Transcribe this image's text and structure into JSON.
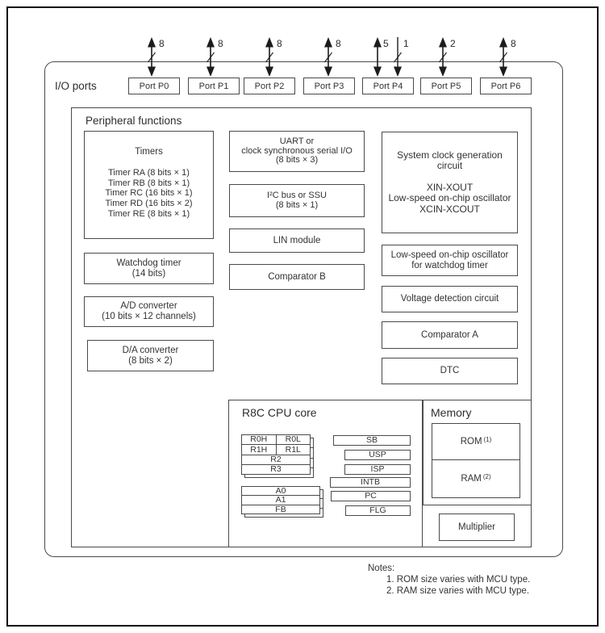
{
  "ports": {
    "section_label": "I/O ports",
    "items": [
      {
        "label": "Port P0",
        "bus": "8"
      },
      {
        "label": "Port P1",
        "bus": "8"
      },
      {
        "label": "Port P2",
        "bus": "8"
      },
      {
        "label": "Port P3",
        "bus": "8"
      },
      {
        "label": "Port P4",
        "bus": "5",
        "bus2": "1"
      },
      {
        "label": "Port P5",
        "bus": "2"
      },
      {
        "label": "Port P6",
        "bus": "8"
      }
    ]
  },
  "peripheral": {
    "title": "Peripheral functions",
    "timers": {
      "title": "Timers",
      "items": [
        "Timer RA (8 bits × 1)",
        "Timer RB (8 bits × 1)",
        "Timer RC (16 bits × 1)",
        "Timer RD (16 bits × 2)",
        "Timer RE (8 bits × 1)"
      ]
    },
    "watchdog": {
      "lines": [
        "Watchdog timer",
        "(14 bits)"
      ]
    },
    "adc": {
      "lines": [
        "A/D converter",
        "(10 bits × 12 channels)"
      ]
    },
    "dac": {
      "lines": [
        "D/A converter",
        "(8 bits × 2)"
      ]
    },
    "uart": {
      "lines": [
        "UART or",
        "clock synchronous serial I/O",
        "(8 bits × 3)"
      ]
    },
    "i2c": {
      "lines": [
        "I²C bus or SSU",
        "(8 bits × 1)"
      ]
    },
    "lin": {
      "label": "LIN module"
    },
    "comparator_b": {
      "label": "Comparator B"
    },
    "system_clock": {
      "title_lines": [
        "System clock generation",
        "circuit"
      ],
      "items": [
        "XIN-XOUT",
        "Low-speed on-chip oscillator",
        "XCIN-XCOUT"
      ]
    },
    "ls_osc_wdt": {
      "lines": [
        "Low-speed on-chip oscillator",
        "for watchdog timer"
      ]
    },
    "voltage_detect": {
      "label": "Voltage detection circuit"
    },
    "comparator_a": {
      "label": "Comparator A"
    },
    "dtc": {
      "label": "DTC"
    }
  },
  "cpu": {
    "title": "R8C CPU core",
    "bank1": {
      "rows": [
        [
          "R0H",
          "R0L"
        ],
        [
          "R1H",
          "R1L"
        ],
        [
          "R2"
        ],
        [
          "R3"
        ]
      ]
    },
    "bank2": {
      "rows": [
        [
          "A0"
        ],
        [
          "A1"
        ],
        [
          "FB"
        ]
      ]
    },
    "regs": [
      "SB",
      "USP",
      "ISP",
      "INTB",
      "PC",
      "FLG"
    ]
  },
  "memory": {
    "title": "Memory",
    "rom": {
      "label": "ROM",
      "ref": "(1)"
    },
    "ram": {
      "label": "RAM",
      "ref": "(2)"
    },
    "multiplier": "Multiplier"
  },
  "notes": {
    "title": "Notes:",
    "items": [
      "1. ROM size varies with MCU type.",
      "2. RAM size varies with MCU type."
    ]
  },
  "colors": {
    "line": "#4a4a4a",
    "arrow": "#1c1c1c",
    "text": "#333333",
    "background": "#ffffff"
  }
}
